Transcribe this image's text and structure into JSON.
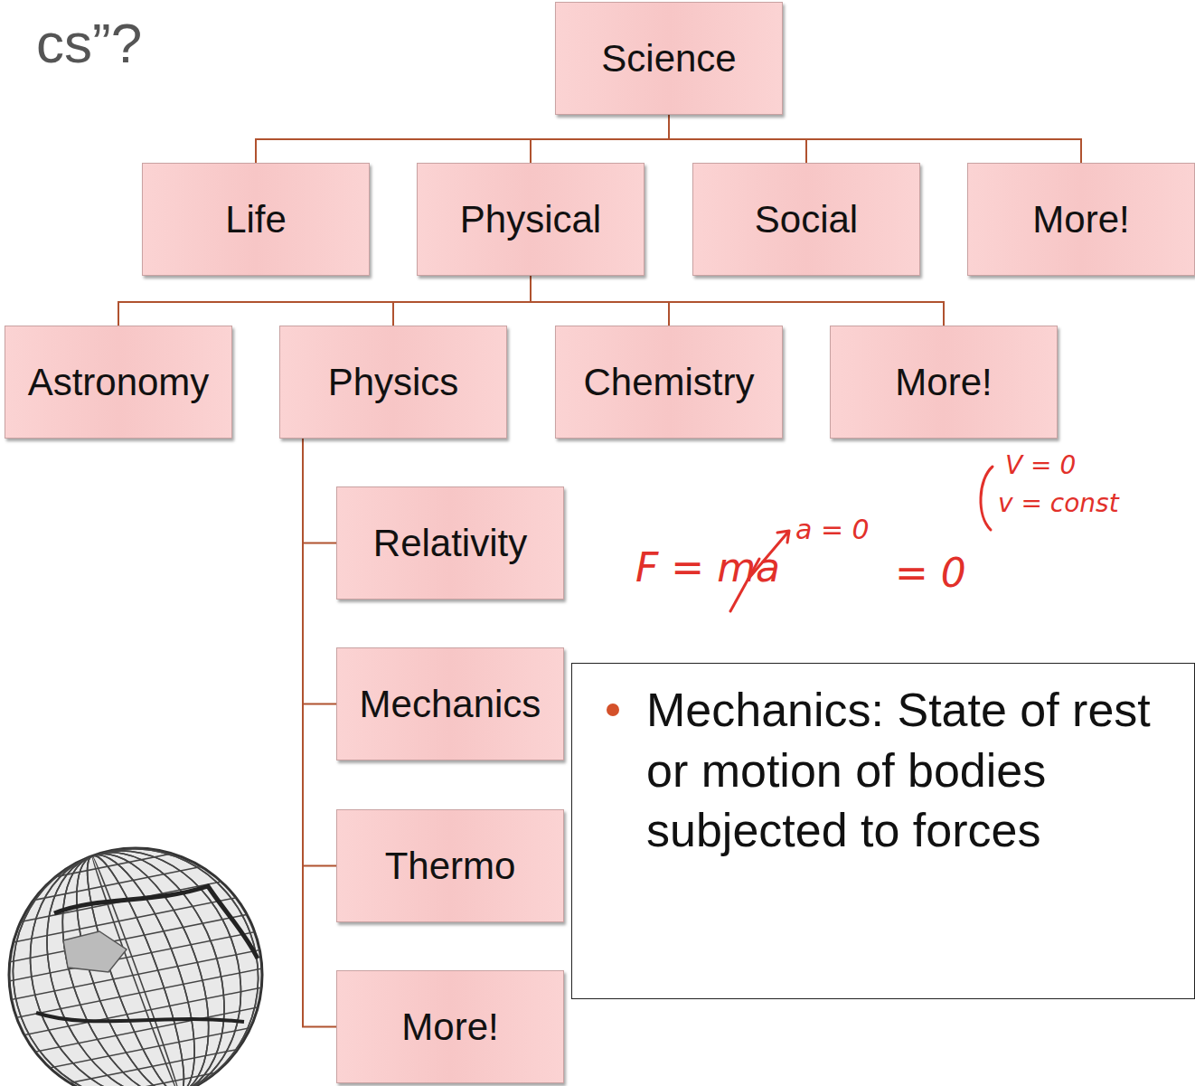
{
  "diagram": {
    "nodes": [
      {
        "text": [
          "Science"
        ]
      },
      {
        "text": [
          "Life"
        ]
      },
      {
        "text": [
          "Physical"
        ]
      },
      {
        "text": [
          "Social"
        ]
      },
      {
        "text": [
          "More!"
        ]
      },
      {
        "text": [
          "Astronomy"
        ]
      },
      {
        "text": [
          "Physics"
        ]
      },
      {
        "text": [
          "Chemistry"
        ]
      },
      {
        "text": [
          "More!"
        ]
      },
      {
        "text": [
          "Relativity"
        ]
      },
      {
        "text": [
          "Mechanics"
        ]
      },
      {
        "text": [
          "Thermo"
        ]
      },
      {
        "text": [
          "More!"
        ]
      },
      {
        "text": [
          "Mechanics: State of rest or motion of bodies subjected to forces"
        ]
      }
    ],
    "edges": [
      {
        "from": 0,
        "to": 1,
        "arrow": "none"
      },
      {
        "from": 0,
        "to": 2,
        "arrow": "none"
      },
      {
        "from": 0,
        "to": 3,
        "arrow": "none"
      },
      {
        "from": 0,
        "to": 4,
        "arrow": "none"
      },
      {
        "from": 2,
        "to": 5,
        "arrow": "none"
      },
      {
        "from": 2,
        "to": 6,
        "arrow": "none"
      },
      {
        "from": 2,
        "to": 7,
        "arrow": "none"
      },
      {
        "from": 2,
        "to": 8,
        "arrow": "none"
      },
      {
        "from": 6,
        "to": 9,
        "arrow": "none"
      },
      {
        "from": 6,
        "to": 10,
        "arrow": "none"
      },
      {
        "from": 6,
        "to": 11,
        "arrow": "none"
      },
      {
        "from": 6,
        "to": 12,
        "arrow": "none"
      }
    ],
    "labels": [
      "cs”?",
      "F = ma",
      "a = 0",
      "V = 0",
      "v = const",
      "= 0"
    ]
  }
}
